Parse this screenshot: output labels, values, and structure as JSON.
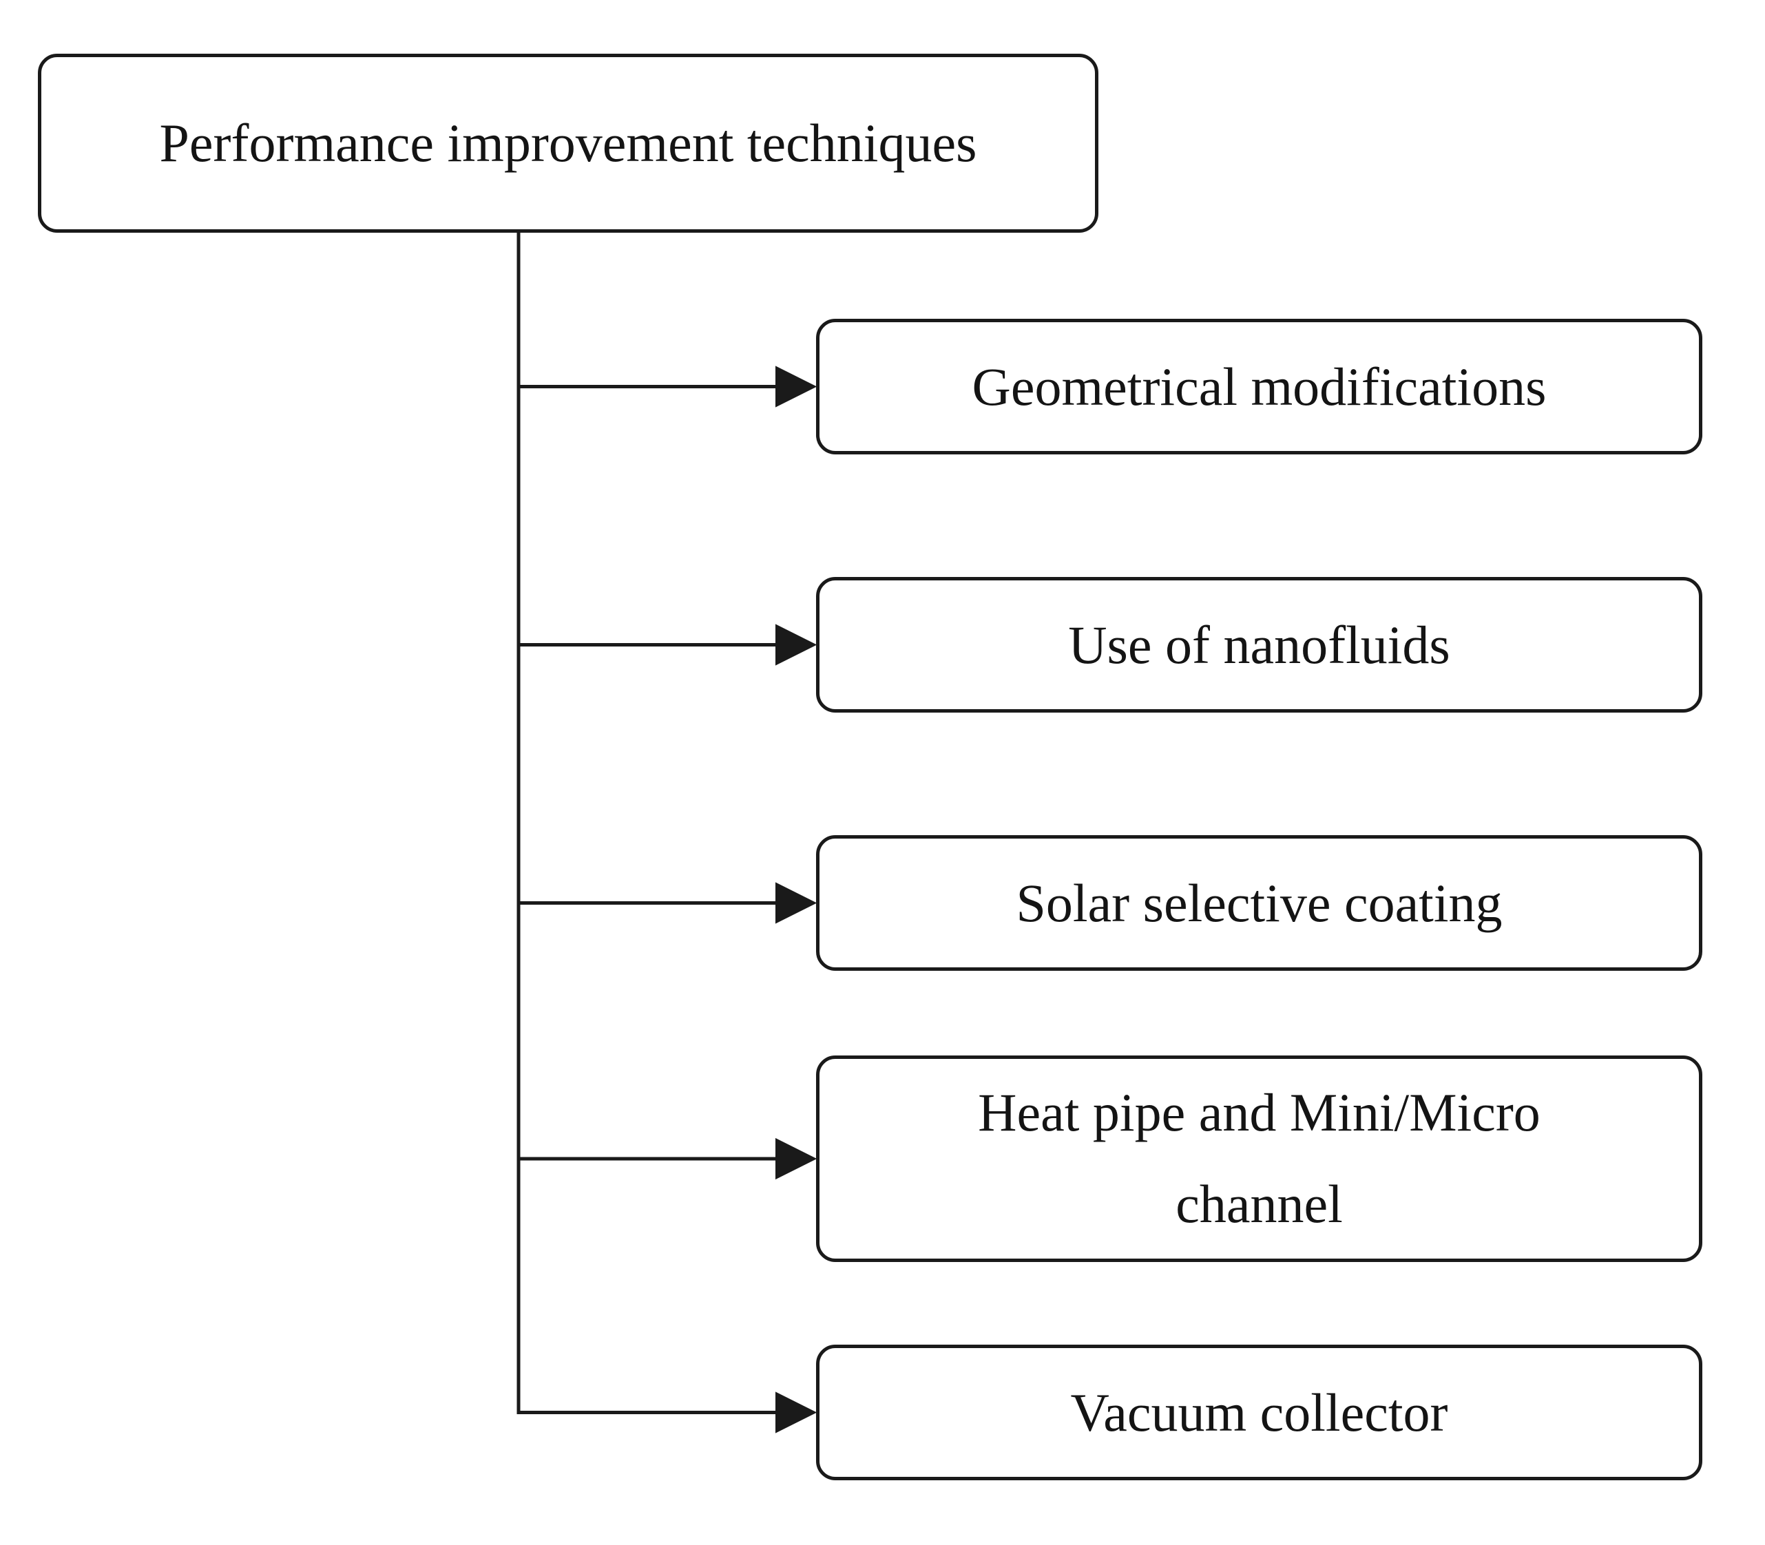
{
  "diagram": {
    "root": {
      "label": "Performance improvement techniques"
    },
    "children": [
      {
        "label": "Geometrical modifications"
      },
      {
        "label": "Use of nanofluids"
      },
      {
        "label": "Solar selective coating"
      },
      {
        "label": "Heat pipe and Mini/Micro channel"
      },
      {
        "label": "Vacuum collector"
      }
    ],
    "colors": {
      "stroke": "#1a1a1a",
      "text": "#141414",
      "background": "#ffffff"
    }
  }
}
